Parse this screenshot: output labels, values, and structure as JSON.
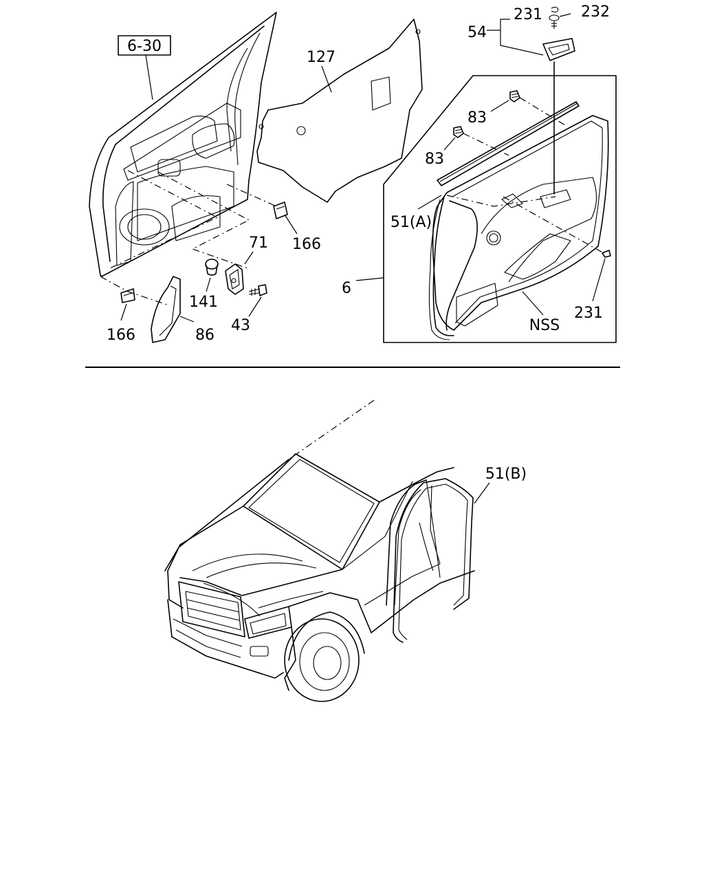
{
  "colors": {
    "ink": "#000000",
    "paper": "#ffffff"
  },
  "top": {
    "ref_box": "6-30",
    "labels": {
      "p127": "127",
      "p231_top": "231",
      "p232": "232",
      "p54": "54",
      "p83_a": "83",
      "p83_b": "83",
      "p51a": "51(A)",
      "p166_right": "166",
      "p71": "71",
      "p141": "141",
      "p6": "6",
      "p231_right": "231",
      "pNSS": "NSS",
      "p166_left": "166",
      "p86": "86",
      "p43": "43"
    }
  },
  "bottom": {
    "labels": {
      "p51b": "51(B)"
    }
  }
}
